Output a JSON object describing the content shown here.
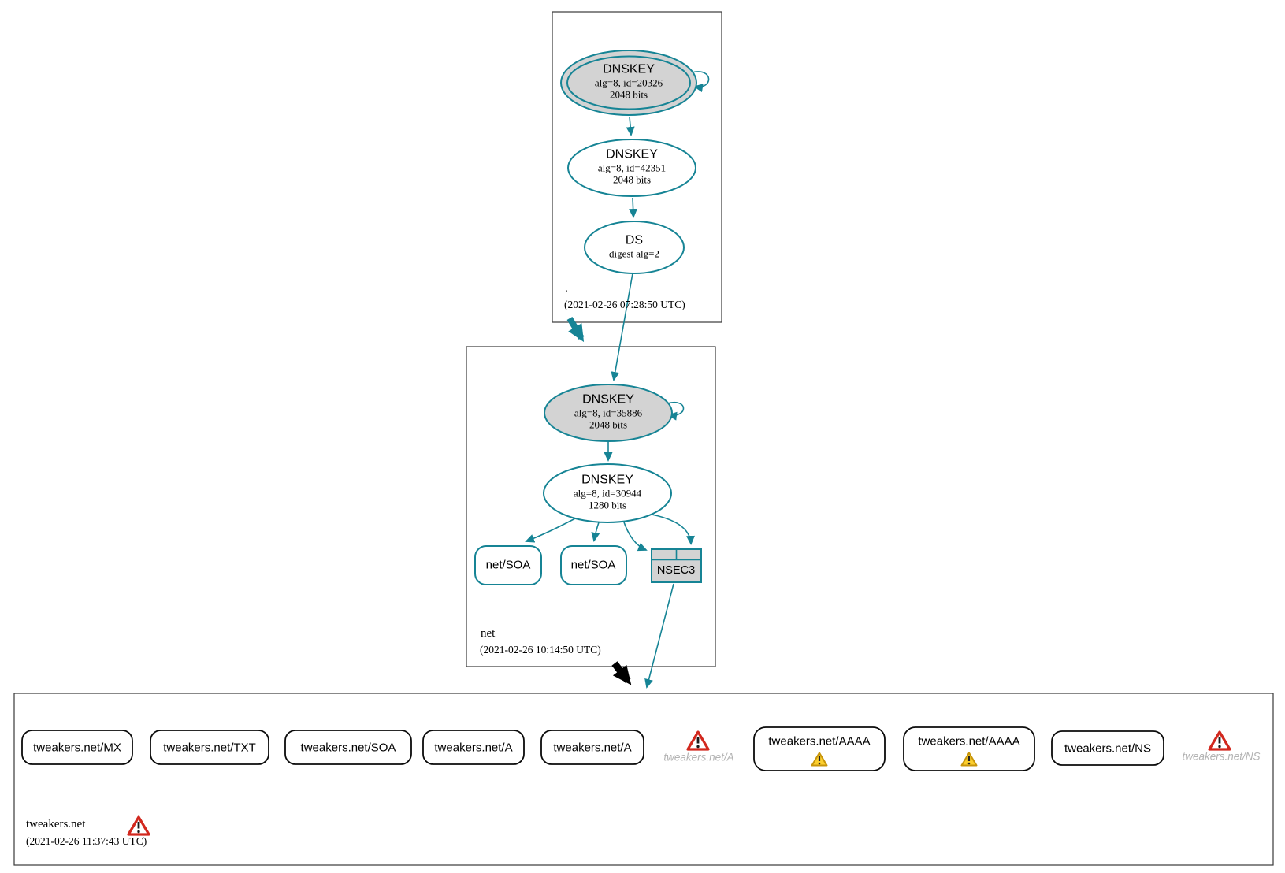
{
  "colors": {
    "secure_teal": "#168495",
    "node_fill_gray": "#d3d3d3",
    "node_fill_white": "#ffffff",
    "insecure_black": "#000000",
    "error_red": "#d2281e",
    "warning_yellow": "#fbce2e",
    "ghost_text_gray": "#b3b3b3",
    "box_border": "#3a3a3a"
  },
  "zones": {
    "root": {
      "name": ".",
      "timestamp": "(2021-02-26 07:28:50 UTC)",
      "ksk": {
        "title": "DNSKEY",
        "desc1": "alg=8, id=20326",
        "desc2": "2048 bits"
      },
      "zsk": {
        "title": "DNSKEY",
        "desc1": "alg=8, id=42351",
        "desc2": "2048 bits"
      },
      "ds": {
        "title": "DS",
        "desc1": "digest alg=2"
      }
    },
    "net": {
      "name": "net",
      "timestamp": "(2021-02-26 10:14:50 UTC)",
      "ksk": {
        "title": "DNSKEY",
        "desc1": "alg=8, id=35886",
        "desc2": "2048 bits"
      },
      "zsk": {
        "title": "DNSKEY",
        "desc1": "alg=8, id=30944",
        "desc2": "1280 bits"
      },
      "soa1": {
        "label": "net/SOA"
      },
      "soa2": {
        "label": "net/SOA"
      },
      "nsec3": {
        "label": "NSEC3"
      }
    },
    "tweakers": {
      "name": "tweakers.net",
      "timestamp": "(2021-02-26 11:37:43 UTC)",
      "mx": {
        "label": "tweakers.net/MX"
      },
      "txt": {
        "label": "tweakers.net/TXT"
      },
      "soa": {
        "label": "tweakers.net/SOA"
      },
      "a1": {
        "label": "tweakers.net/A"
      },
      "a2": {
        "label": "tweakers.net/A"
      },
      "a_ghost": {
        "label": "tweakers.net/A"
      },
      "aaaa1": {
        "label": "tweakers.net/AAAA"
      },
      "aaaa2": {
        "label": "tweakers.net/AAAA"
      },
      "ns": {
        "label": "tweakers.net/NS"
      },
      "ns_ghost": {
        "label": "tweakers.net/NS"
      }
    }
  }
}
